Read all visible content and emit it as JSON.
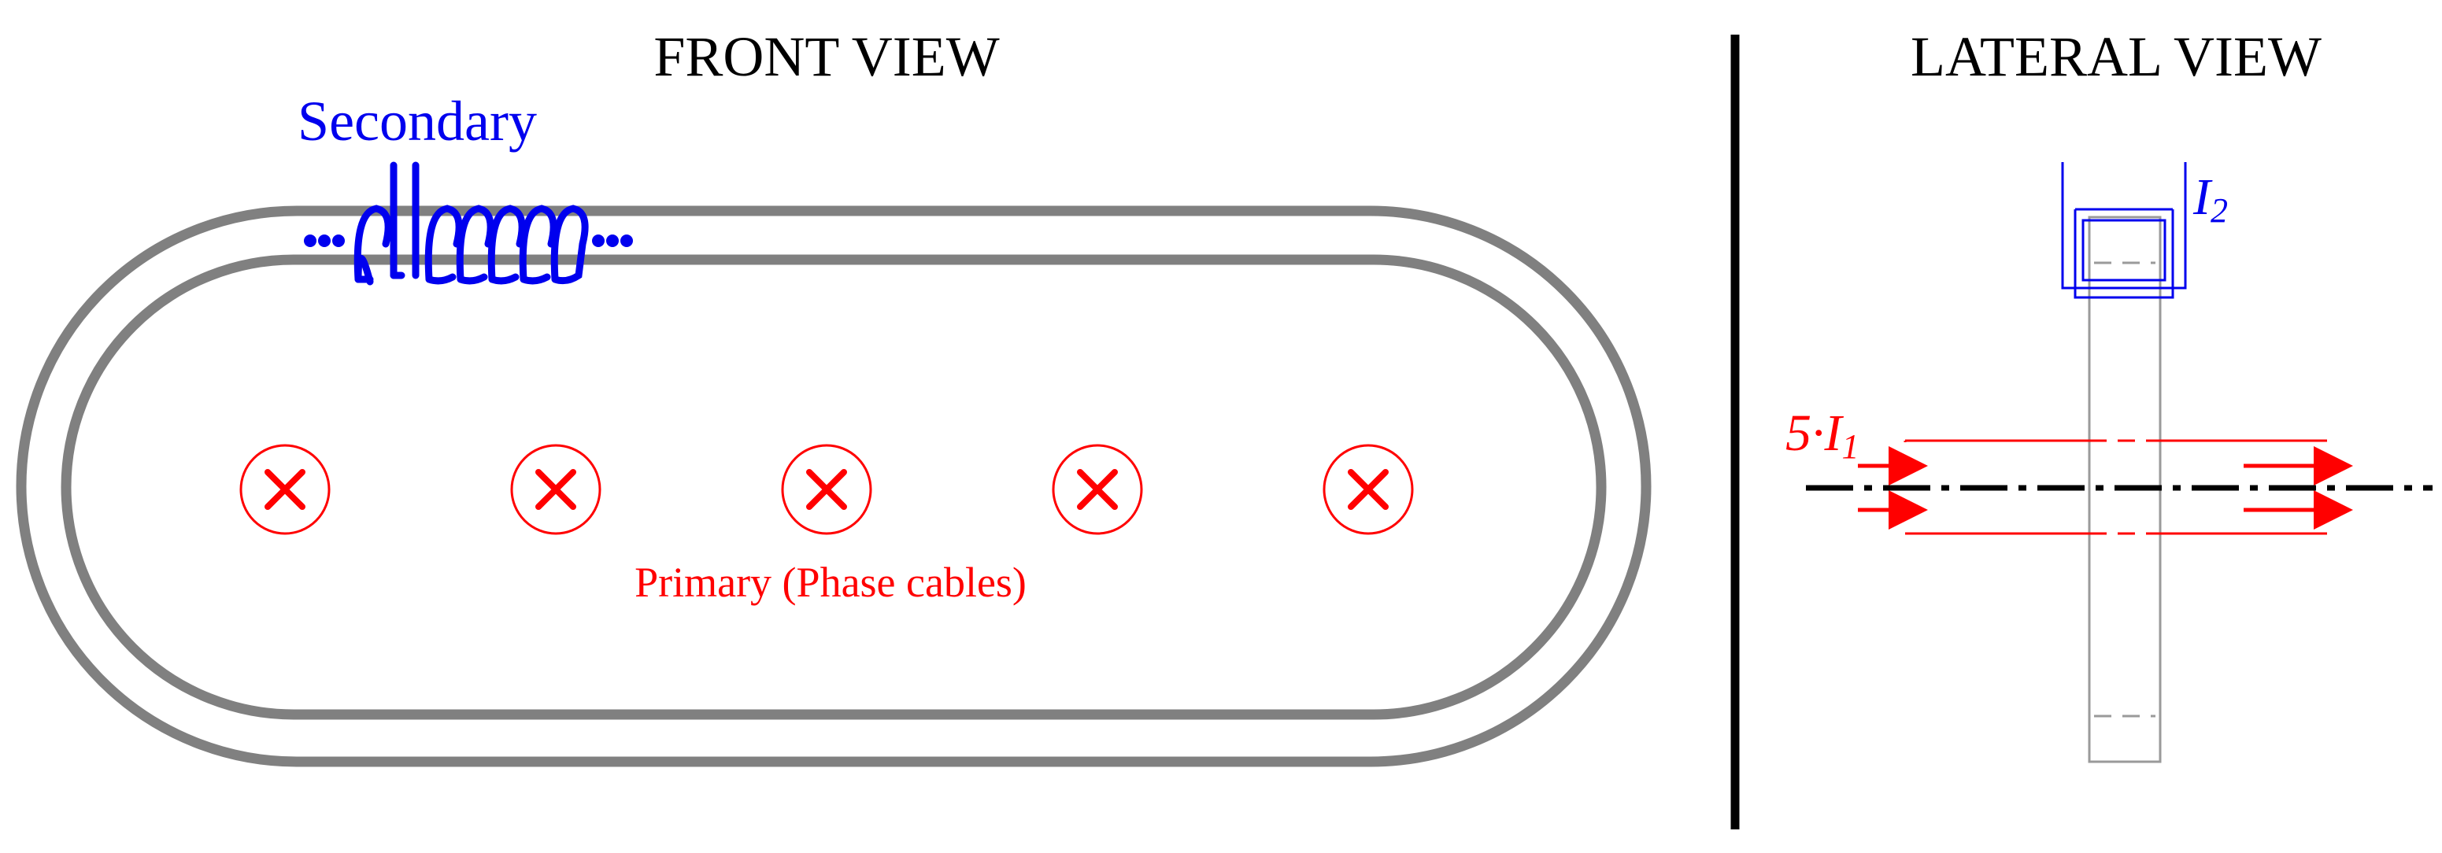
{
  "front_view": {
    "title": "FRONT VIEW",
    "secondary_label": "Secondary",
    "primary_label": "Primary (Phase cables)",
    "phase_cable_count": 5
  },
  "lateral_view": {
    "title": "LATERAL VIEW",
    "secondary_current": {
      "base": "I",
      "sub": "2"
    },
    "primary_current": {
      "prefix": "5·",
      "base": "I",
      "sub": "1"
    }
  },
  "colors": {
    "core": "#808080",
    "secondary": "#0000ee",
    "primary": "#ff0000",
    "divider": "#000000",
    "lateral_core": "#9a9a9a"
  }
}
